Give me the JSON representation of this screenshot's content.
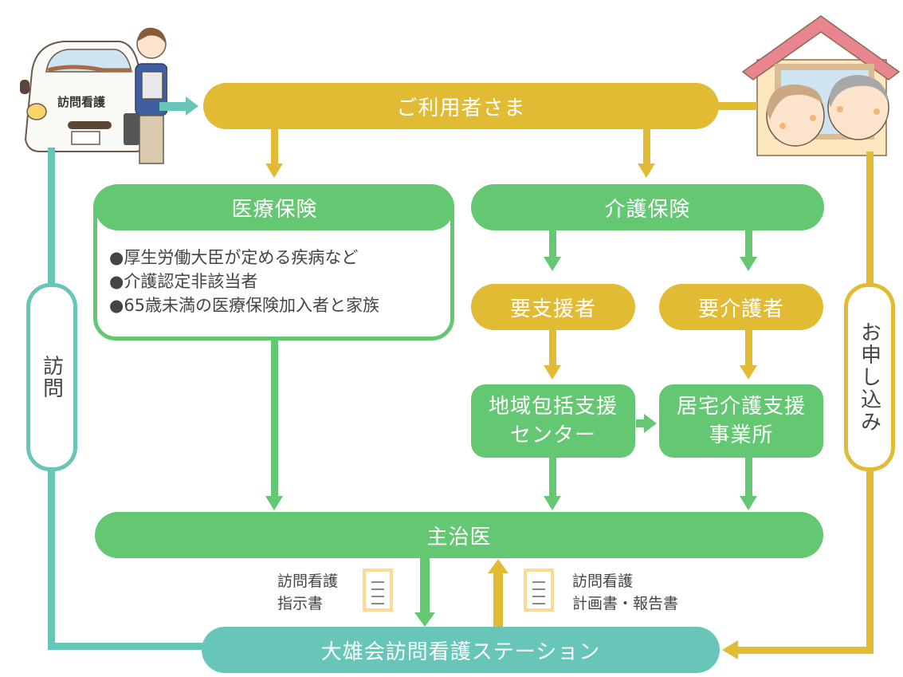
{
  "diagram": {
    "user_node": {
      "label": "ご利用者さま",
      "color": "#e2bb35"
    },
    "medical_insurance": {
      "label": "医療保険",
      "color": "#64c873",
      "conditions": [
        "●厚生労働大臣が定める疾病など",
        "●介護認定非該当者",
        "●65歳未満の医療保険加入者と家族"
      ]
    },
    "care_insurance": {
      "label": "介護保険",
      "color": "#64c873"
    },
    "support_needed": {
      "label": "要支援者",
      "color": "#e2bb35"
    },
    "care_needed": {
      "label": "要介護者",
      "color": "#e2bb35"
    },
    "regional_center": {
      "line1": "地域包括支援",
      "line2": "センター",
      "color": "#64c873"
    },
    "care_office": {
      "line1": "居宅介護支援",
      "line2": "事業所",
      "color": "#64c873"
    },
    "physician": {
      "label": "主治医",
      "color": "#64c873"
    },
    "station": {
      "label": "大雄会訪問看護ステーション",
      "color": "#68c6b8"
    },
    "visit_label": "訪問",
    "apply_label": "お申し込み",
    "instruction_doc": {
      "line1": "訪問看護",
      "line2": "指示書"
    },
    "plan_report_doc": {
      "line1": "訪問看護",
      "line2": "計画書・報告書"
    },
    "car_label": "訪問看護",
    "illustrations": {
      "left": "nurse-with-car",
      "right": "elderly-couple-house"
    }
  }
}
